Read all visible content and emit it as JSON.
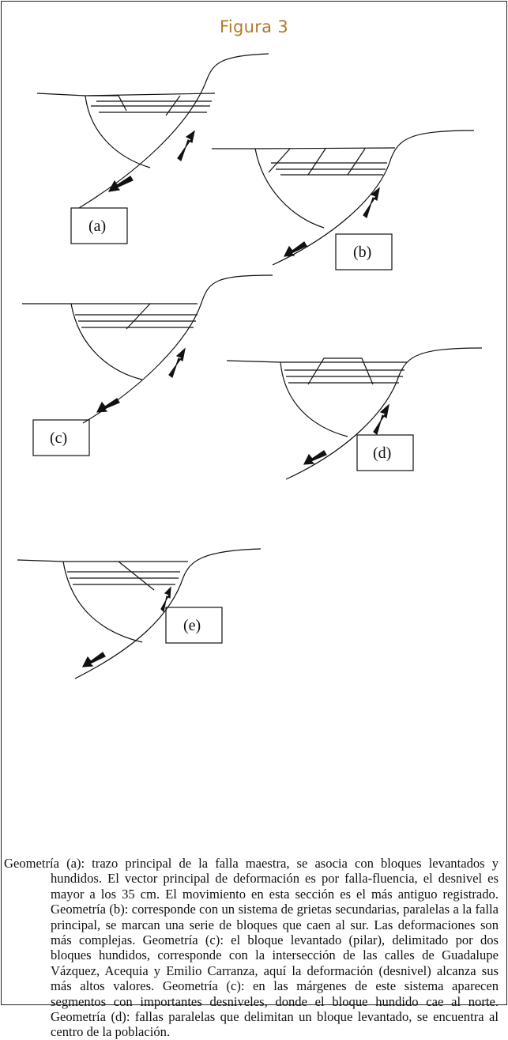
{
  "figure": {
    "title": "Figura 3",
    "labels": [
      "(a)",
      "(b)",
      "(c)",
      "(d)",
      "(e)"
    ]
  },
  "caption": "Geometría (a): trazo principal de la falla maestra, se asocia con bloques levantados y hundidos. El vector principal de deformación es por falla-fluencia, el desnivel es mayor a los 35 cm. El movimiento en esta sección es el más antiguo registrado. Geometría (b): corresponde con un sistema de grietas secundarias, paralelas a la falla principal, se marcan una serie de bloques que caen al sur. Las deformaciones son más complejas. Geometría (c): el bloque levantado (pilar), delimitado por dos bloques hundidos, corresponde con la intersección de las calles de Guadalupe Vázquez, Acequia y Emilio Carranza, aquí la deformación (desnivel) alcanza sus más altos valores. Geometría (c): en las márgenes de este sistema aparecen segmentos con importantes desniveles, donde el bloque hundido cae al norte. Geometría (d): fallas paralelas que delimitan un bloque levantado, se encuentra al centro de la población."
}
